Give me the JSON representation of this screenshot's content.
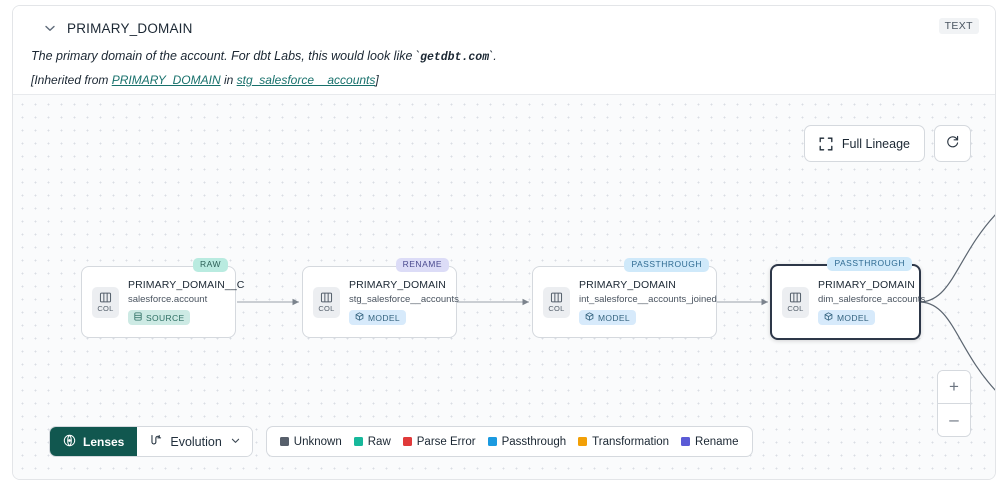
{
  "header": {
    "title": "PRIMARY_DOMAIN",
    "type_badge": "TEXT",
    "chevron_icon": "chevron-down-icon",
    "description_prefix": "The primary domain of the account. For dbt Labs, this would look like `",
    "description_code": "getdbt.com",
    "description_suffix": "`.",
    "inherited_prefix": "[Inherited from ",
    "inherited_link_1": "PRIMARY_DOMAIN",
    "inherited_mid": " in ",
    "inherited_link_2": "stg_salesforce__accounts",
    "inherited_suffix": "]"
  },
  "controls": {
    "full_lineage_label": "Full Lineage",
    "full_lineage_icon": "expand-icon",
    "refresh_icon": "refresh-icon",
    "zoom_in_label": "+",
    "zoom_out_label": "–"
  },
  "graph": {
    "nodes": [
      {
        "pill": "RAW",
        "pill_kind": "raw",
        "chip_label": "COL",
        "chip_icon": "columns-icon",
        "title": "PRIMARY_DOMAIN__C",
        "subtitle": "salesforce.account",
        "tag": "SOURCE",
        "tag_kind": "source",
        "tag_icon": "database-icon",
        "selected": false
      },
      {
        "pill": "RENAME",
        "pill_kind": "rename",
        "chip_label": "COL",
        "chip_icon": "columns-icon",
        "title": "PRIMARY_DOMAIN",
        "subtitle": "stg_salesforce__accounts",
        "tag": "MODEL",
        "tag_kind": "model",
        "tag_icon": "cube-icon",
        "selected": false
      },
      {
        "pill": "PASSTHROUGH",
        "pill_kind": "passthrough",
        "chip_label": "COL",
        "chip_icon": "columns-icon",
        "title": "PRIMARY_DOMAIN",
        "subtitle": "int_salesforce__accounts_joined",
        "tag": "MODEL",
        "tag_kind": "model",
        "tag_icon": "cube-icon",
        "selected": false
      },
      {
        "pill": "PASSTHROUGH",
        "pill_kind": "passthrough",
        "chip_label": "COL",
        "chip_icon": "columns-icon",
        "title": "PRIMARY_DOMAIN",
        "subtitle": "dim_salesforce_accounts",
        "tag": "MODEL",
        "tag_kind": "model",
        "tag_icon": "cube-icon",
        "selected": true
      }
    ]
  },
  "bottom": {
    "lenses_label": "Lenses",
    "lenses_icon": "lens-icon",
    "evolution_label": "Evolution",
    "evolution_icon": "evolution-icon",
    "evolution_chevron_icon": "chevron-down-icon",
    "legend": [
      {
        "label": "Unknown",
        "color": "#575f6b"
      },
      {
        "label": "Raw",
        "color": "#17b89b"
      },
      {
        "label": "Parse Error",
        "color": "#e03a3a"
      },
      {
        "label": "Passthrough",
        "color": "#1b9ae0"
      },
      {
        "label": "Transformation",
        "color": "#f2a007"
      },
      {
        "label": "Rename",
        "color": "#5b5bd6"
      }
    ]
  },
  "colors": {
    "accent_dark_teal": "#11574f",
    "link_teal": "#17706b",
    "selected_border": "#2d3748"
  }
}
